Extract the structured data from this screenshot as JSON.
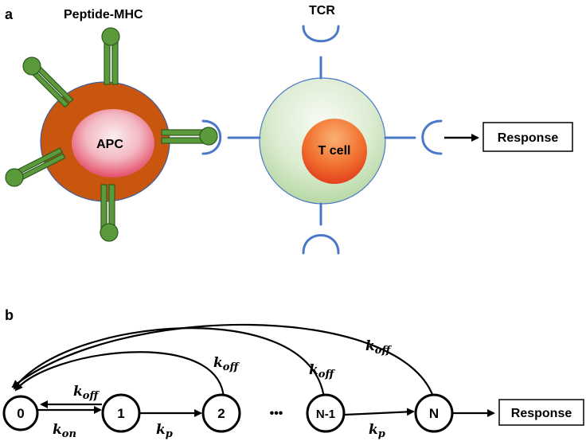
{
  "panel_a": {
    "label": "a",
    "peptide_mhc_label": "Peptide-MHC",
    "tcr_label": "TCR",
    "apc_label": "APC",
    "tcell_label": "T cell",
    "response_label": "Response",
    "colors": {
      "apc_body": "#c8560f",
      "mhc": "#5a9a3a",
      "tcr": "#4a78c8",
      "tcell_body": "#d7e9cc"
    }
  },
  "panel_b": {
    "label": "b",
    "states": [
      "0",
      "1",
      "2",
      "N-1",
      "N"
    ],
    "ellipsis": "•••",
    "response_label": "Response",
    "rates": {
      "k_on": {
        "main": "k",
        "sub": "on"
      },
      "k_off": {
        "main": "k",
        "sub": "off"
      },
      "k_p": {
        "main": "k",
        "sub": "p"
      }
    }
  }
}
